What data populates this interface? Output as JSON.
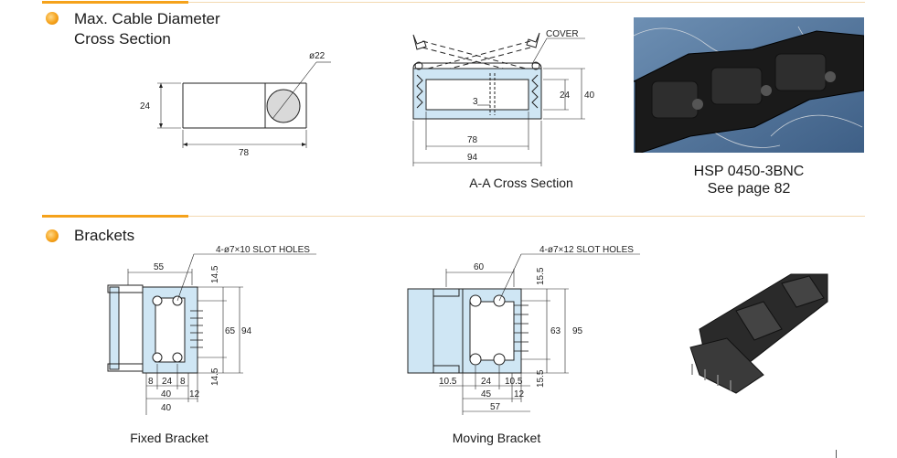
{
  "section1": {
    "title_line1": "Max. Cable Diameter",
    "title_line2": "Cross Section"
  },
  "section2": {
    "title": "Brackets"
  },
  "cable_section": {
    "diameter": "ø22",
    "height": "24",
    "width": "78"
  },
  "aa_section": {
    "cover_label": "COVER",
    "inner_height": "24",
    "outer_height": "40",
    "gap": "3",
    "inner_width": "78",
    "outer_width": "94",
    "caption": "A-A Cross Section"
  },
  "photo_caption": {
    "line1": "HSP 0450-3BNC",
    "line2": "See page 82"
  },
  "fixed_bracket": {
    "holes_label": "4-ø7×10 SLOT HOLES",
    "top_width": "55",
    "top_offset": "14.5",
    "mid_height": "65",
    "total_height": "94",
    "bottom_offset": "14.5",
    "dim_8a": "8",
    "dim_24": "24",
    "dim_8b": "8",
    "dim_40a": "40",
    "dim_12": "12",
    "dim_40b": "40",
    "caption": "Fixed Bracket"
  },
  "moving_bracket": {
    "holes_label": "4-ø7×12 SLOT HOLES",
    "top_width": "60",
    "top_offset": "15.5",
    "mid_height": "63",
    "total_height": "95",
    "bottom_offset": "15.5",
    "dim_10_5a": "10.5",
    "dim_24": "24",
    "dim_10_5b": "10.5",
    "dim_45": "45",
    "dim_12": "12",
    "dim_57": "57",
    "caption": "Moving Bracket"
  },
  "colors": {
    "accent": "#f5a21b",
    "bracket_fill": "#cfe6f4",
    "line": "#222222"
  }
}
